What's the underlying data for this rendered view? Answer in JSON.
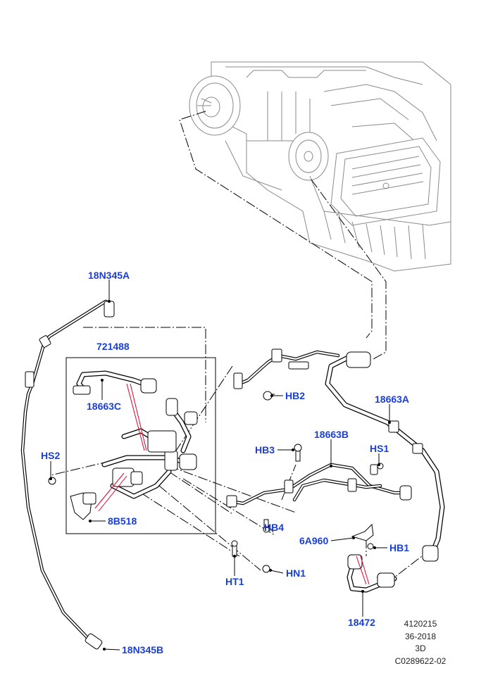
{
  "callouts": {
    "c18N345A": "18N345A",
    "c721488": "721488",
    "c18663C": "18663C",
    "cHS2": "HS2",
    "c8B518": "8B518",
    "cHB2": "HB2",
    "c18663A": "18663A",
    "c18663B": "18663B",
    "cHB3": "HB3",
    "cHS1": "HS1",
    "cHB4": "HB4",
    "c6A960": "6A960",
    "cHB1": "HB1",
    "cHN1": "HN1",
    "cHT1": "HT1",
    "c18472": "18472",
    "c18N345B": "18N345B"
  },
  "footer": {
    "line1": "4120215",
    "line2": "36-2018",
    "line3": "3D",
    "line4": "C0289622-02"
  },
  "colors": {
    "callout": "#1a3fd6",
    "leader_line": "#000000",
    "red_pointer": "#e0002a",
    "background_assembly": "#8a8a8a"
  }
}
